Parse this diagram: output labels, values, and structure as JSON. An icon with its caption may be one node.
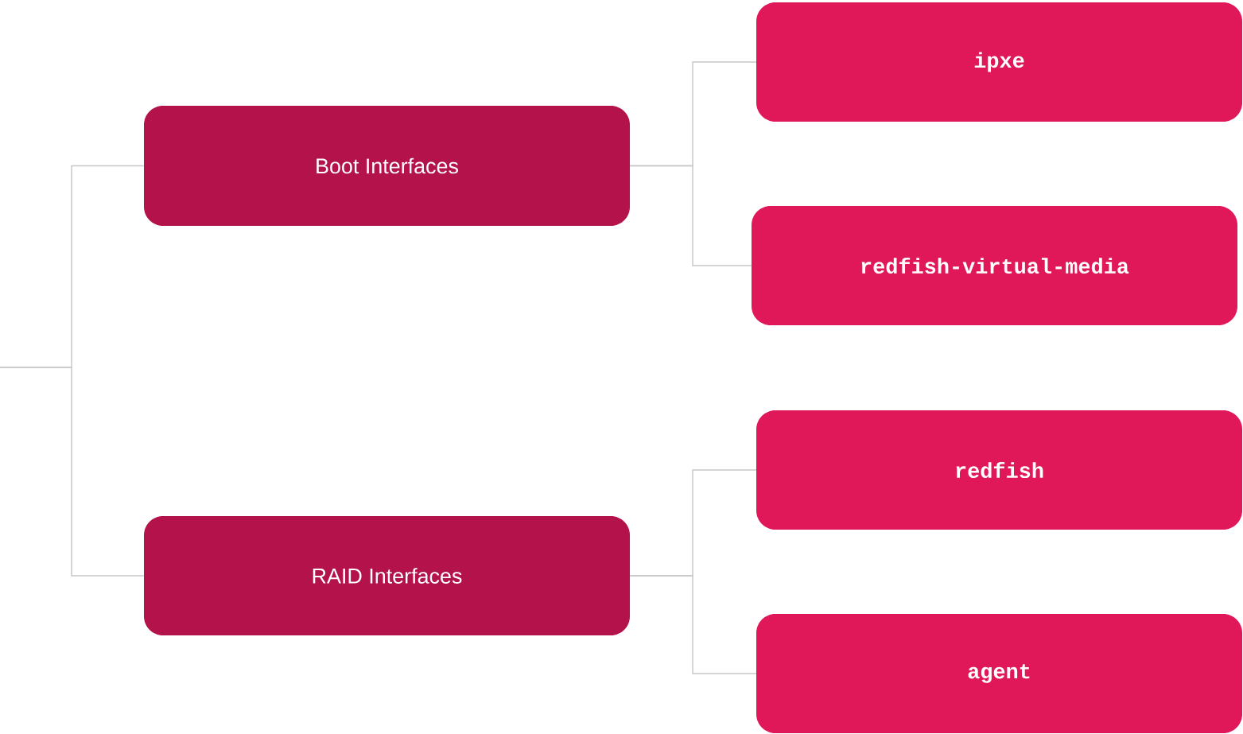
{
  "diagram": {
    "nodes": [
      {
        "text": [
          "Boot Interfaces"
        ]
      },
      {
        "text": [
          "RAID Interfaces"
        ]
      },
      {
        "text": [
          "ipxe"
        ]
      },
      {
        "text": [
          "redfish-virtual-media"
        ]
      },
      {
        "text": [
          "redfish"
        ]
      },
      {
        "text": [
          "agent"
        ]
      }
    ],
    "edges": [
      {
        "from": null,
        "to": 0,
        "arrow": "none"
      },
      {
        "from": null,
        "to": 1,
        "arrow": "none"
      },
      {
        "from": 0,
        "to": 2,
        "arrow": "none"
      },
      {
        "from": 0,
        "to": 3,
        "arrow": "none"
      },
      {
        "from": 1,
        "to": 4,
        "arrow": "none"
      },
      {
        "from": 1,
        "to": 5,
        "arrow": "none"
      }
    ]
  }
}
